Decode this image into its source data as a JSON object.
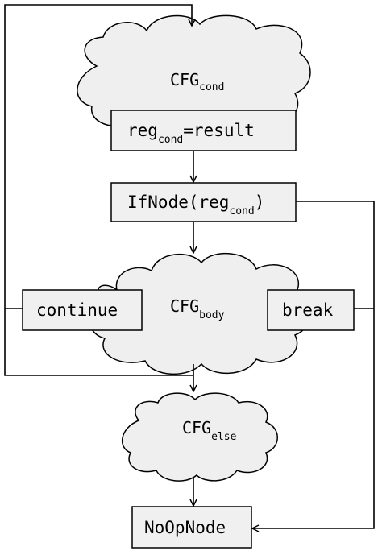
{
  "nodes": {
    "cfg_cond": {
      "main": "CFG",
      "sub": "cond"
    },
    "reg_cond_result": {
      "main": "reg",
      "sub": "cond",
      "suffix": "=result"
    },
    "if_node": {
      "prefix": "IfNode(reg",
      "sub": "cond",
      "suffix": ")"
    },
    "cfg_body": {
      "main": "CFG",
      "sub": "body"
    },
    "continue": {
      "label": "continue"
    },
    "break": {
      "label": "break"
    },
    "cfg_else": {
      "main": "CFG",
      "sub": "else"
    },
    "noop": {
      "label": "NoOpNode"
    }
  }
}
